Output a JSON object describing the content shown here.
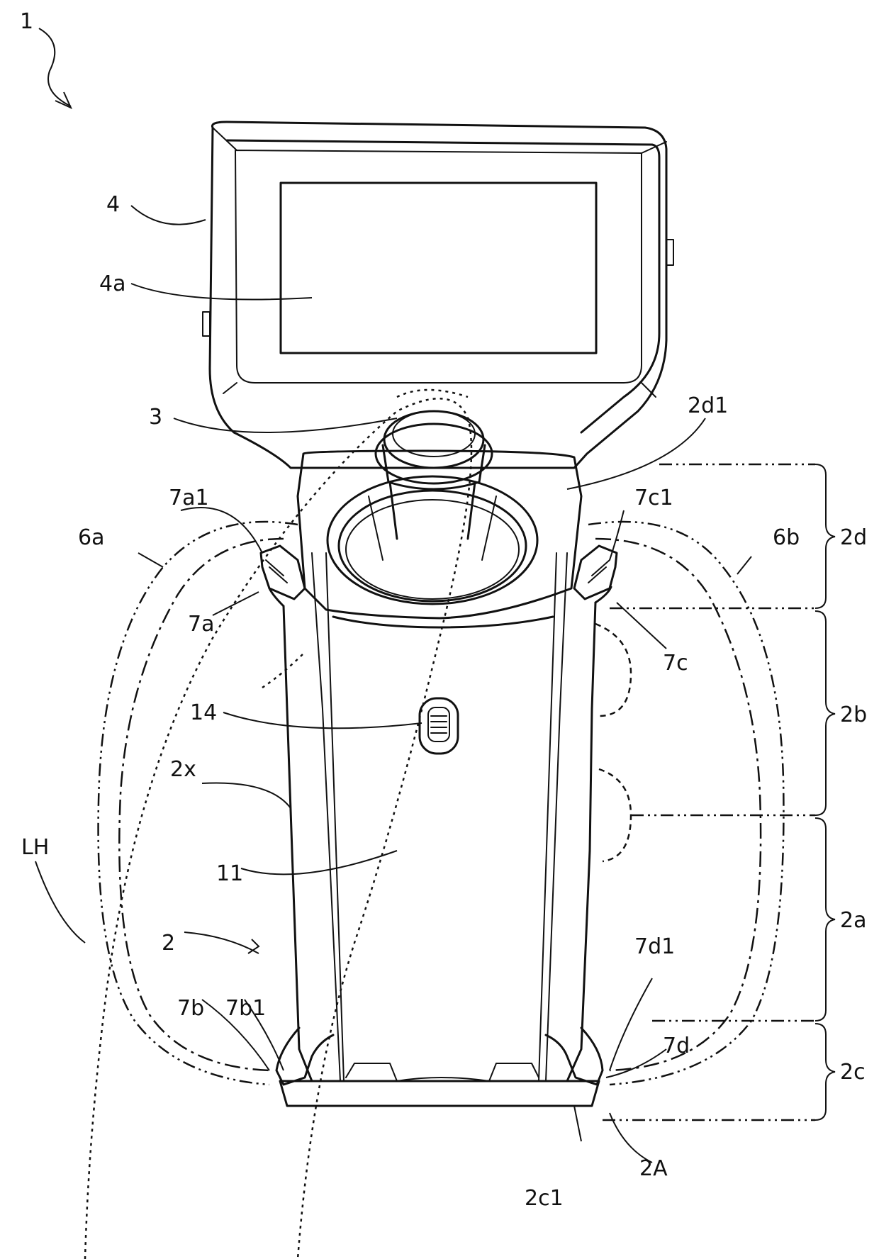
{
  "figure": {
    "labels": {
      "device": "1",
      "monitor": "4",
      "screen": "4a",
      "joystick": "3",
      "upper_section": "2d1",
      "upper_left_corner": "7a1",
      "upper_right_corner": "7c1",
      "left_grip_contour": "6a",
      "right_grip_contour": "6b",
      "region_2d": "2d",
      "region_2b": "2b",
      "region_2a": "2a",
      "region_2c": "2c",
      "left_upper_notch": "7a",
      "right_upper_notch": "7c",
      "button": "14",
      "side_face": "2x",
      "left_hand": "LH",
      "finger_path": "11",
      "grip_unit": "2",
      "lower_left_notch": "7b",
      "lower_left_corner": "7b1",
      "lower_right_corner": "7d1",
      "lower_right_notch": "7d",
      "bottom_face": "2c1",
      "bottom_edge": "2A"
    }
  }
}
